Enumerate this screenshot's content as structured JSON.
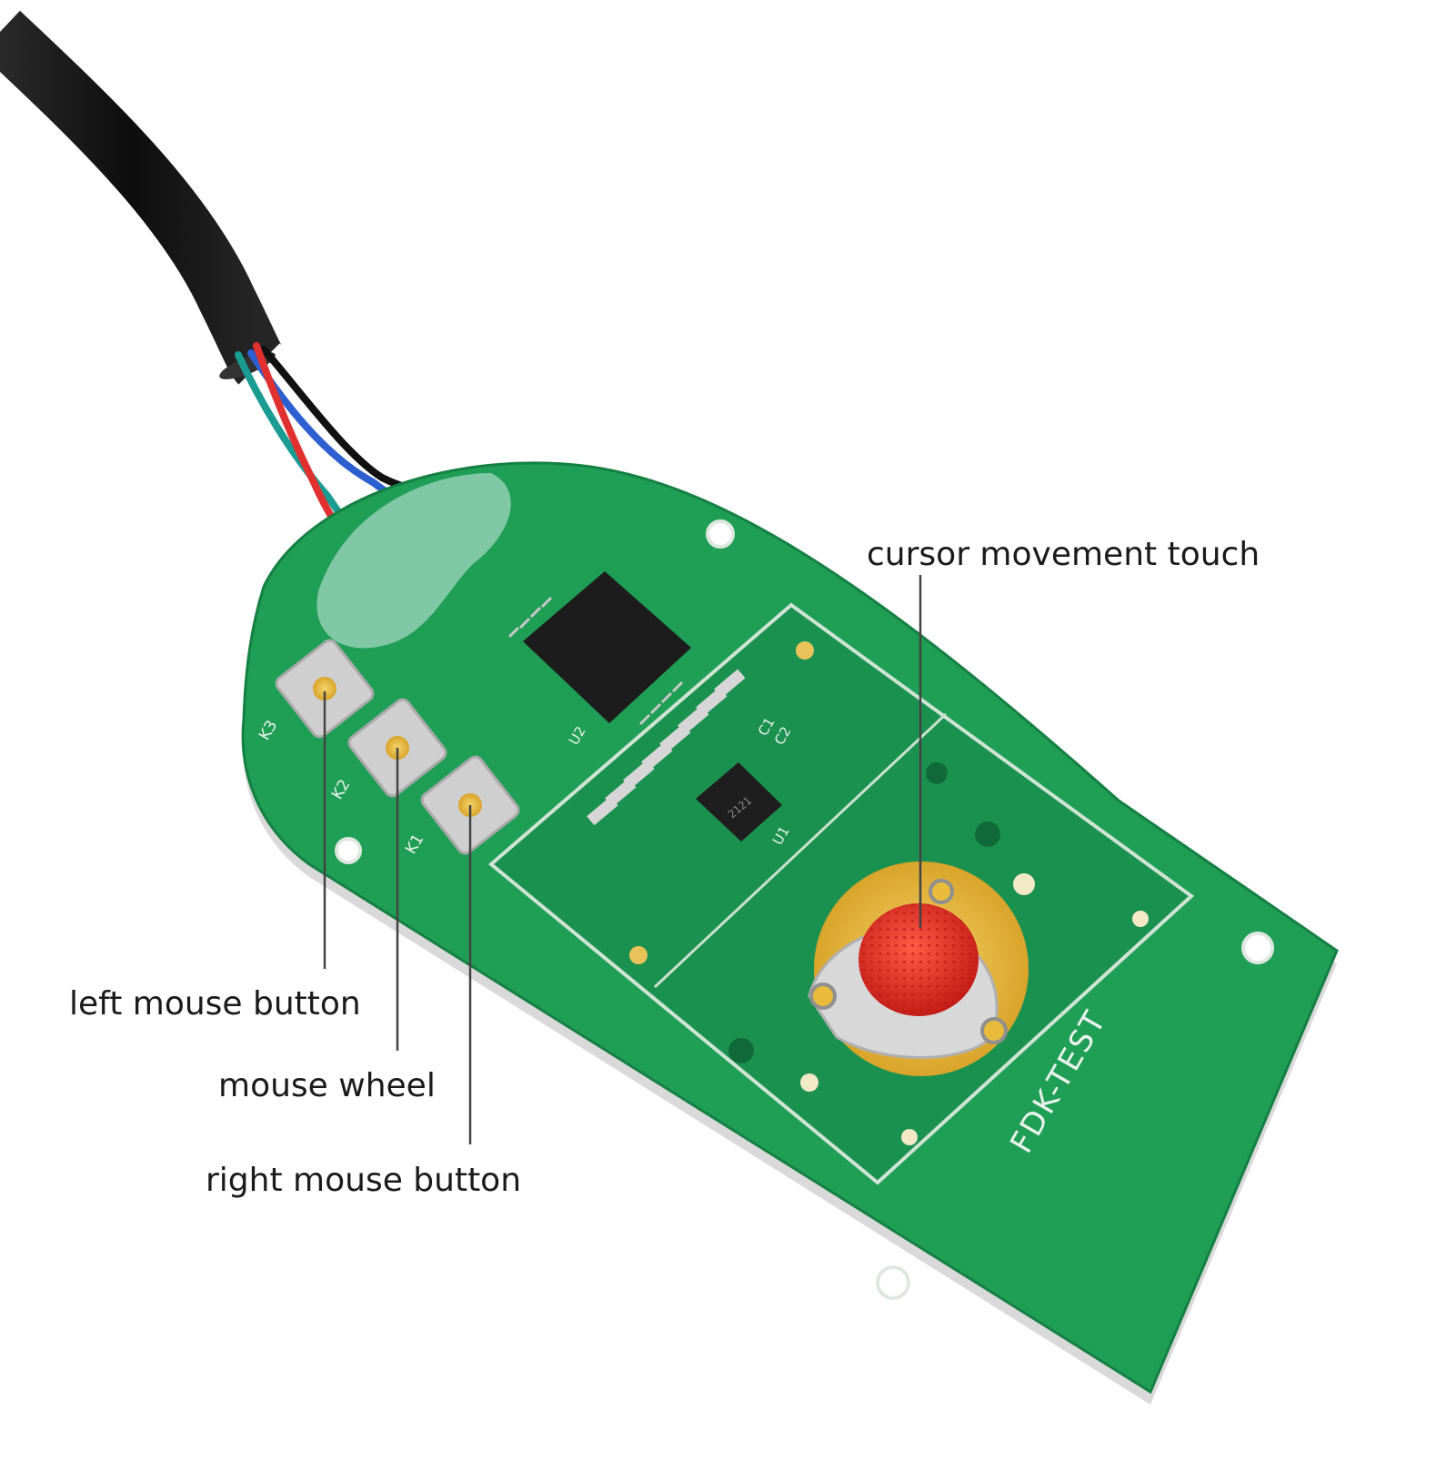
{
  "callouts": {
    "left_button": "left mouse button",
    "wheel": "mouse wheel",
    "right_button": "right mouse button",
    "cursor": "cursor movement touch"
  },
  "board": {
    "silkscreen": "FDK-TEST",
    "key_labels": [
      "K3",
      "K2",
      "K1"
    ],
    "part_labels": [
      "U1",
      "C1",
      "C2",
      "U2"
    ],
    "chip_marking": "2121"
  },
  "colors": {
    "pcb": "#1f9e55",
    "pcb_edge": "#158043",
    "cable": "#151515",
    "nub": "#e52b24",
    "gold": "#e8bc3a",
    "label_text": "#1a1a1a"
  },
  "icons": [
    "usb-cable",
    "tactile-switch",
    "trackpoint-nub",
    "ic-chip"
  ]
}
